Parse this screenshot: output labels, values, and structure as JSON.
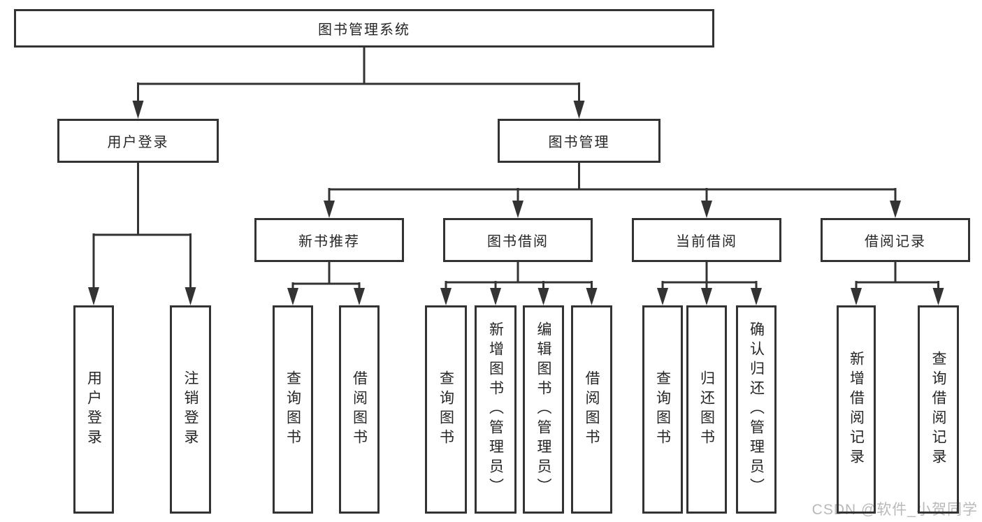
{
  "diagram": {
    "title": "图书管理系统",
    "level2": [
      {
        "label": "用户登录"
      },
      {
        "label": "图书管理"
      }
    ],
    "level3": [
      {
        "label": "新书推荐",
        "parent": "图书管理"
      },
      {
        "label": "图书借阅",
        "parent": "图书管理"
      },
      {
        "label": "当前借阅",
        "parent": "图书管理"
      },
      {
        "label": "借阅记录",
        "parent": "图书管理"
      }
    ],
    "leaves": [
      {
        "label": "用户登录",
        "parent": "用户登录"
      },
      {
        "label": "注销登录",
        "parent": "用户登录"
      },
      {
        "label": "查询图书",
        "parent": "新书推荐"
      },
      {
        "label": "借阅图书",
        "parent": "新书推荐"
      },
      {
        "label": "查询图书",
        "parent": "图书借阅"
      },
      {
        "label": "新增图书（管理员）",
        "parent": "图书借阅"
      },
      {
        "label": "编辑图书（管理员）",
        "parent": "图书借阅"
      },
      {
        "label": "借阅图书",
        "parent": "图书借阅"
      },
      {
        "label": "查询图书",
        "parent": "当前借阅"
      },
      {
        "label": "归还图书",
        "parent": "当前借阅"
      },
      {
        "label": "确认归还（管理员）",
        "parent": "当前借阅"
      },
      {
        "label": "新增借阅记录",
        "parent": "借阅记录"
      },
      {
        "label": "查询借阅记录",
        "parent": "借阅记录"
      }
    ],
    "colors": {
      "line": "#333333",
      "box_border": "#333333",
      "box_fill": "#ffffff",
      "text": "#262626",
      "watermark": "#b9b9b9"
    }
  },
  "watermark": {
    "text": "CSDN @软件_小贺同学"
  }
}
